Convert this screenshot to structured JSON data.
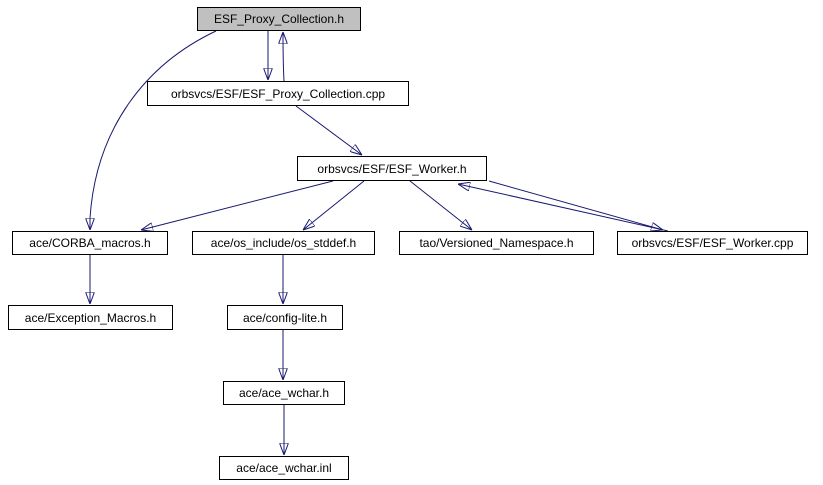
{
  "diagram": {
    "type": "doxygen-include-dependency-graph",
    "root_file": "ESF_Proxy_Collection.h",
    "colors": {
      "background": "#ffffff",
      "edge": "#191970",
      "node_border": "#000000",
      "node_fill": "#ffffff",
      "root_node_fill": "#c0c0c0",
      "text": "#000000"
    },
    "nodes": [
      {
        "id": "esf_proxy_collection_h",
        "label": "ESF_Proxy_Collection.h",
        "is_root": true
      },
      {
        "id": "esf_proxy_collection_cpp",
        "label": "orbsvcs/ESF/ESF_Proxy_Collection.cpp",
        "is_root": false
      },
      {
        "id": "esf_worker_h",
        "label": "orbsvcs/ESF/ESF_Worker.h",
        "is_root": false
      },
      {
        "id": "corba_macros_h",
        "label": "ace/CORBA_macros.h",
        "is_root": false
      },
      {
        "id": "os_stddef_h",
        "label": "ace/os_include/os_stddef.h",
        "is_root": false
      },
      {
        "id": "versioned_namespace_h",
        "label": "tao/Versioned_Namespace.h",
        "is_root": false
      },
      {
        "id": "esf_worker_cpp",
        "label": "orbsvcs/ESF/ESF_Worker.cpp",
        "is_root": false
      },
      {
        "id": "exception_macros_h",
        "label": "ace/Exception_Macros.h",
        "is_root": false
      },
      {
        "id": "config_lite_h",
        "label": "ace/config-lite.h",
        "is_root": false
      },
      {
        "id": "ace_wchar_h",
        "label": "ace/ace_wchar.h",
        "is_root": false
      },
      {
        "id": "ace_wchar_inl",
        "label": "ace/ace_wchar.inl",
        "is_root": false
      }
    ],
    "edges": [
      {
        "from": "ESF_Proxy_Collection.h",
        "to": "orbsvcs/ESF/ESF_Proxy_Collection.cpp"
      },
      {
        "from": "orbsvcs/ESF/ESF_Proxy_Collection.cpp",
        "to": "ESF_Proxy_Collection.h"
      },
      {
        "from": "orbsvcs/ESF/ESF_Proxy_Collection.cpp",
        "to": "orbsvcs/ESF/ESF_Worker.h"
      },
      {
        "from": "ESF_Proxy_Collection.h",
        "to": "ace/CORBA_macros.h"
      },
      {
        "from": "orbsvcs/ESF/ESF_Worker.h",
        "to": "ace/CORBA_macros.h"
      },
      {
        "from": "orbsvcs/ESF/ESF_Worker.h",
        "to": "ace/os_include/os_stddef.h"
      },
      {
        "from": "orbsvcs/ESF/ESF_Worker.h",
        "to": "tao/Versioned_Namespace.h"
      },
      {
        "from": "orbsvcs/ESF/ESF_Worker.h",
        "to": "orbsvcs/ESF/ESF_Worker.cpp"
      },
      {
        "from": "orbsvcs/ESF/ESF_Worker.cpp",
        "to": "orbsvcs/ESF/ESF_Worker.h"
      },
      {
        "from": "ace/CORBA_macros.h",
        "to": "ace/Exception_Macros.h"
      },
      {
        "from": "ace/os_include/os_stddef.h",
        "to": "ace/config-lite.h"
      },
      {
        "from": "ace/config-lite.h",
        "to": "ace/ace_wchar.h"
      },
      {
        "from": "ace/ace_wchar.h",
        "to": "ace/ace_wchar.inl"
      }
    ]
  }
}
